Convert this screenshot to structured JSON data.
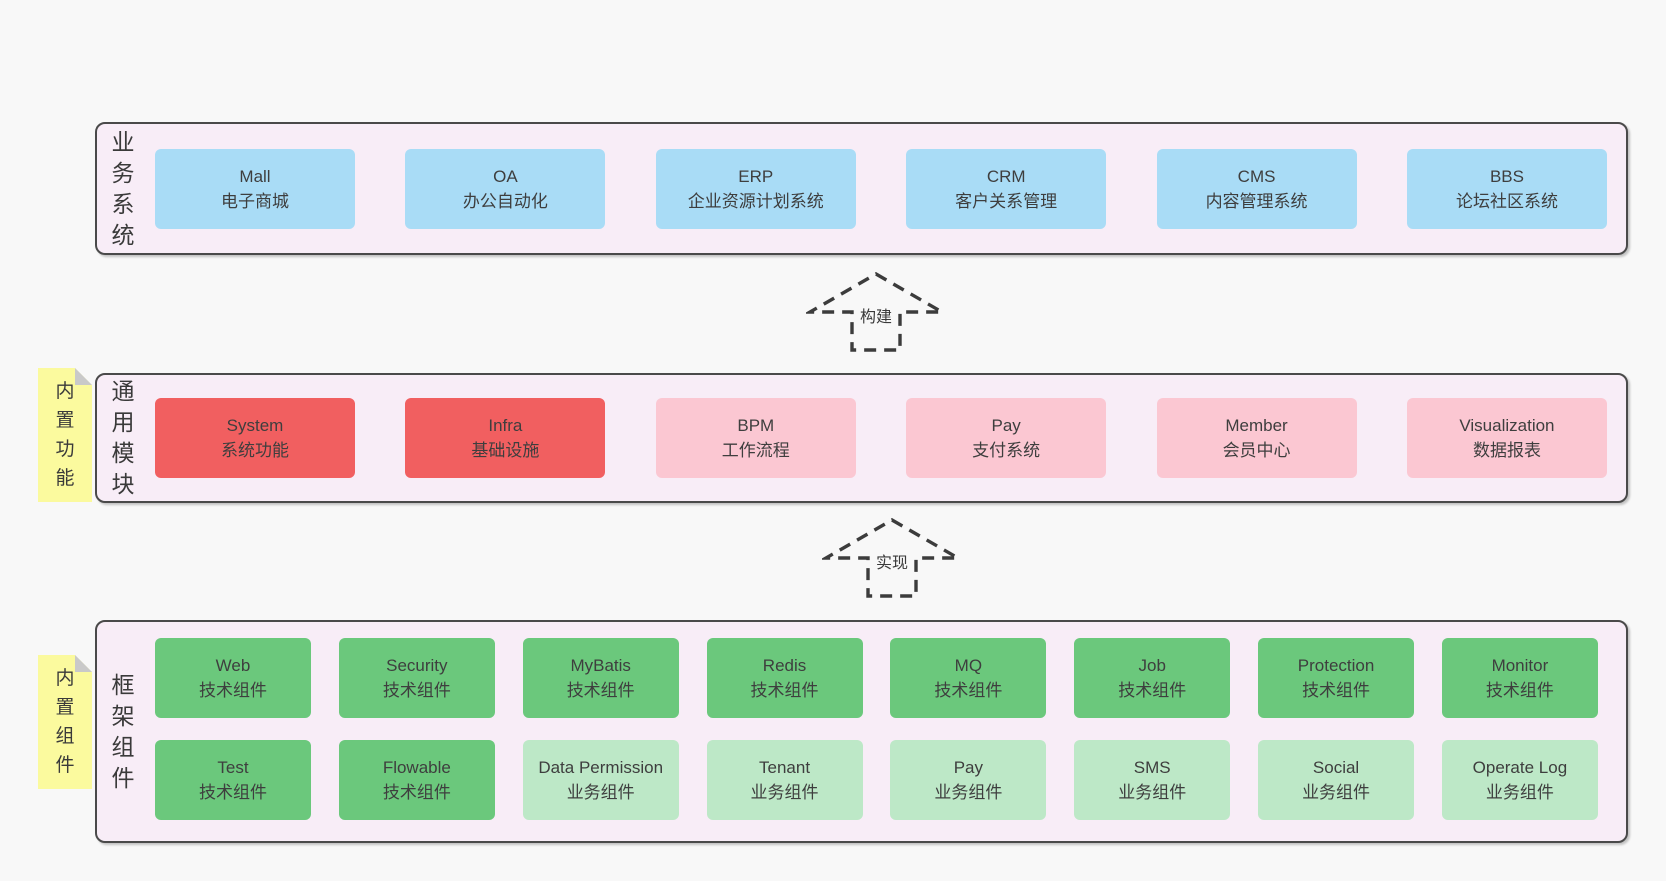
{
  "colors": {
    "background": "#f8f8f8",
    "panel_bg": "#f8edf7",
    "panel_border": "#4a4a4a",
    "blue_box": "#a9dcf6",
    "red_box": "#f15f60",
    "pink_box": "#fbc7d2",
    "green_box": "#6bc87c",
    "lightgreen_box": "#bde8c7",
    "tag_bg": "#fbfa9e",
    "tag_fold": "#c9c9c9",
    "text": "#3e3e3e"
  },
  "arrows": {
    "build": "构建",
    "implement": "实现"
  },
  "business": {
    "label": "业务系统",
    "boxes": [
      {
        "name": "Mall",
        "desc": "电子商城"
      },
      {
        "name": "OA",
        "desc": "办公自动化"
      },
      {
        "name": "ERP",
        "desc": "企业资源计划系统"
      },
      {
        "name": "CRM",
        "desc": "客户关系管理"
      },
      {
        "name": "CMS",
        "desc": "内容管理系统"
      },
      {
        "name": "BBS",
        "desc": "论坛社区系统"
      }
    ]
  },
  "modules": {
    "label": "通用模块",
    "tag": "内置功能",
    "boxes": [
      {
        "name": "System",
        "desc": "系统功能",
        "variant": "red"
      },
      {
        "name": "Infra",
        "desc": "基础设施",
        "variant": "red"
      },
      {
        "name": "BPM",
        "desc": "工作流程",
        "variant": "pink"
      },
      {
        "name": "Pay",
        "desc": "支付系统",
        "variant": "pink"
      },
      {
        "name": "Member",
        "desc": "会员中心",
        "variant": "pink"
      },
      {
        "name": "Visualization",
        "desc": "数据报表",
        "variant": "pink"
      }
    ]
  },
  "framework": {
    "label": "框架组件",
    "tag": "内置组件",
    "row1": [
      {
        "name": "Web",
        "desc": "技术组件",
        "variant": "green"
      },
      {
        "name": "Security",
        "desc": "技术组件",
        "variant": "green"
      },
      {
        "name": "MyBatis",
        "desc": "技术组件",
        "variant": "green"
      },
      {
        "name": "Redis",
        "desc": "技术组件",
        "variant": "green"
      },
      {
        "name": "MQ",
        "desc": "技术组件",
        "variant": "green"
      },
      {
        "name": "Job",
        "desc": "技术组件",
        "variant": "green"
      },
      {
        "name": "Protection",
        "desc": "技术组件",
        "variant": "green"
      },
      {
        "name": "Monitor",
        "desc": "技术组件",
        "variant": "green"
      }
    ],
    "row2": [
      {
        "name": "Test",
        "desc": "技术组件",
        "variant": "green"
      },
      {
        "name": "Flowable",
        "desc": "技术组件",
        "variant": "green"
      },
      {
        "name": "Data Permission",
        "desc": "业务组件",
        "variant": "lightgreen"
      },
      {
        "name": "Tenant",
        "desc": "业务组件",
        "variant": "lightgreen"
      },
      {
        "name": "Pay",
        "desc": "业务组件",
        "variant": "lightgreen"
      },
      {
        "name": "SMS",
        "desc": "业务组件",
        "variant": "lightgreen"
      },
      {
        "name": "Social",
        "desc": "业务组件",
        "variant": "lightgreen"
      },
      {
        "name": "Operate Log",
        "desc": "业务组件",
        "variant": "lightgreen"
      }
    ]
  }
}
